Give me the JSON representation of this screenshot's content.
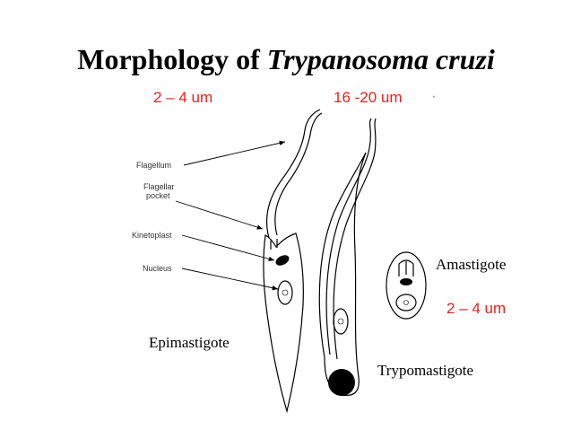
{
  "title": {
    "prefix": "Morphology of ",
    "italic": "Trypanosoma cruzi"
  },
  "sizes": {
    "epimastigote": "2 – 4 um",
    "trypomastigote": "16 -20 um",
    "amastigote": "2 – 4 um"
  },
  "labels": {
    "flagellum": "Flagellum",
    "flagellar_pocket_1": "Flagellar",
    "flagellar_pocket_2": "pocket",
    "kinetoplast": "Kinetoplast",
    "nucleus": "Nucleus"
  },
  "stages": {
    "epimastigote": "Epimastigote",
    "trypomastigote": "Trypomastigote",
    "amastigote": "Amastigote"
  },
  "colors": {
    "size_text": "#e8211e",
    "ink": "#000000"
  }
}
